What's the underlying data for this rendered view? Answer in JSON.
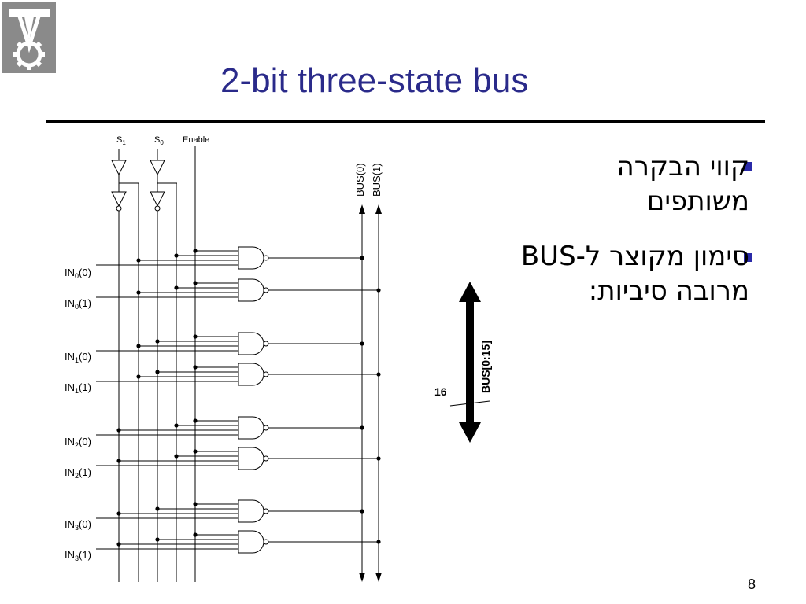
{
  "slide": {
    "title": "2-bit three-state bus",
    "page_number": "8",
    "bullets": [
      {
        "line1": "קווי הבקרה",
        "line2": "משותפים"
      },
      {
        "line1": "סימון מקוצר ל-BUS",
        "line2": "מרובה סיביות:"
      }
    ]
  },
  "circuit": {
    "selects": [
      {
        "base": "S",
        "sub": "1"
      },
      {
        "base": "S",
        "sub": "0"
      }
    ],
    "enable": "Enable",
    "bus_lines": [
      "BUS(0)",
      "BUS(1)"
    ],
    "inputs": [
      {
        "base": "IN",
        "sub": "0",
        "suffix": "(0)"
      },
      {
        "base": "IN",
        "sub": "0",
        "suffix": "(1)"
      },
      {
        "base": "IN",
        "sub": "1",
        "suffix": "(0)"
      },
      {
        "base": "IN",
        "sub": "1",
        "suffix": "(1)"
      },
      {
        "base": "IN",
        "sub": "2",
        "suffix": "(0)"
      },
      {
        "base": "IN",
        "sub": "2",
        "suffix": "(1)"
      },
      {
        "base": "IN",
        "sub": "3",
        "suffix": "(0)"
      },
      {
        "base": "IN",
        "sub": "3",
        "suffix": "(1)"
      }
    ]
  },
  "bus_symbol": {
    "label": "BUS[0:15]",
    "width": "16"
  },
  "colors": {
    "title": "#2a2a8a",
    "bullet": "#2a2aa8",
    "logo_bg": "#8a8a8a"
  }
}
